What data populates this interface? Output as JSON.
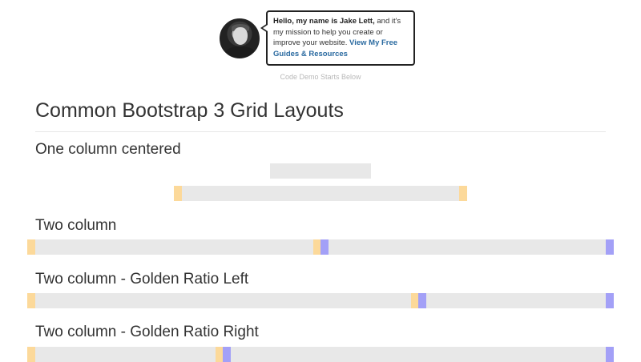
{
  "author": {
    "name_intro": "Hello, my name is Jake Lett,",
    "message": " and it's my mission to help you create or improve your website. ",
    "link_text": "View My Free Guides & Resources"
  },
  "demo_note": "Code Demo Starts Below",
  "page_title": "Common Bootstrap 3 Grid Layouts",
  "sections": [
    {
      "title": "One column centered"
    },
    {
      "title": "Two column"
    },
    {
      "title": "Two column - Golden Ratio Left"
    },
    {
      "title": "Two column - Golden Ratio Right"
    }
  ],
  "colors": {
    "column": "#e8e8e8",
    "gutter_orange": "#fcd99a",
    "gutter_purple": "#a3a0f7"
  }
}
